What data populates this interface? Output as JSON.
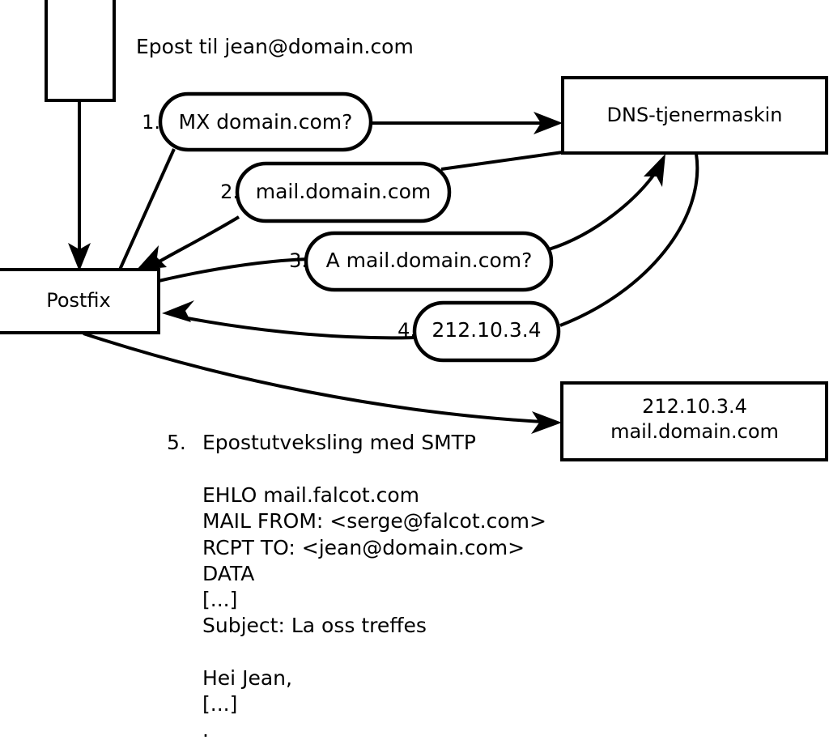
{
  "diagram": {
    "title_caption": "Epost til jean@domain.com",
    "nodes": [
      {
        "id": "client",
        "label": "",
        "type": "rect"
      },
      {
        "id": "postfix",
        "label": "Postfix",
        "type": "rect"
      },
      {
        "id": "dns",
        "label": "DNS-tjenermaskin",
        "type": "rect"
      },
      {
        "id": "mailserver",
        "label_line1": "212.10.3.4",
        "label_line2": "mail.domain.com",
        "type": "rect"
      }
    ],
    "steps": [
      {
        "num": "1.",
        "label": "MX domain.com?"
      },
      {
        "num": "2.",
        "label": "mail.domain.com"
      },
      {
        "num": "3.",
        "label": "A mail.domain.com?"
      },
      {
        "num": "4.",
        "label": "212.10.3.4"
      }
    ],
    "step5": {
      "num": "5.",
      "label": "Epostutveksling med SMTP"
    },
    "smtp_transcript": [
      "EHLO mail.falcot.com",
      "MAIL FROM: <serge@falcot.com>",
      "RCPT TO: <jean@domain.com>",
      "DATA",
      "[...]",
      "Subject: La oss treffes",
      "",
      "Hei Jean,",
      "[...]",
      "."
    ],
    "colors": {
      "stroke": "#000000",
      "fill": "#ffffff",
      "background": "#ffffff"
    }
  }
}
